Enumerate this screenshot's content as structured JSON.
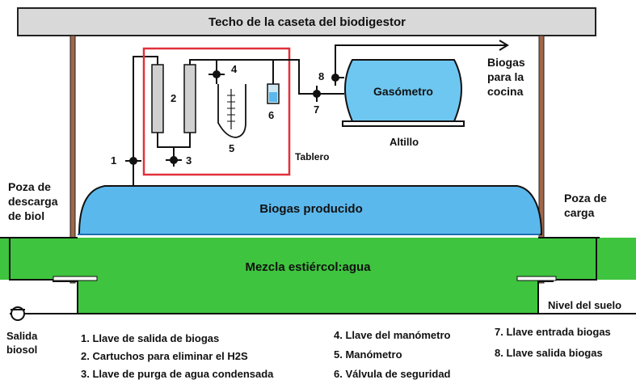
{
  "colors": {
    "roof": "#d9d9d9",
    "biogas_dome": "#5bb8ec",
    "mixture": "#3ec43e",
    "gasometer": "#6ec7f0",
    "board_frame": "#e0303a",
    "post": "#a0674a",
    "line": "#111111"
  },
  "roof_label": "Techo de la caseta del biodigestor",
  "biogas_kitchen": [
    "Biogas",
    "para la",
    "cocina"
  ],
  "gasometer_label": "Gasómetro",
  "loft_label": "Altillo",
  "board_label": "Tablero",
  "biogas_produced": "Biogas producido",
  "mixture_label": "Mezcla estiércol:agua",
  "discharge_pool": [
    "Poza de",
    "descarga",
    "de biol"
  ],
  "load_pool": [
    "Poza de",
    "carga"
  ],
  "ground_level": "Nivel del suelo",
  "biosol_outlet": [
    "Salida",
    "biosol"
  ],
  "numbers": {
    "n1": "1",
    "n2": "2",
    "n3": "3",
    "n4": "4",
    "n5": "5",
    "n6": "6",
    "n7": "7",
    "n8": "8"
  },
  "legend": {
    "col1": [
      "1. Llave de salida de biogas",
      "2. Cartuchos para eliminar el H2S",
      "3. Llave de purga de agua condensada"
    ],
    "col2": [
      "4. Llave del manómetro",
      "5. Manómetro",
      "6. Válvula de seguridad"
    ],
    "col3": [
      "7. Llave entrada biogas",
      "8. Llave salida biogas"
    ]
  }
}
